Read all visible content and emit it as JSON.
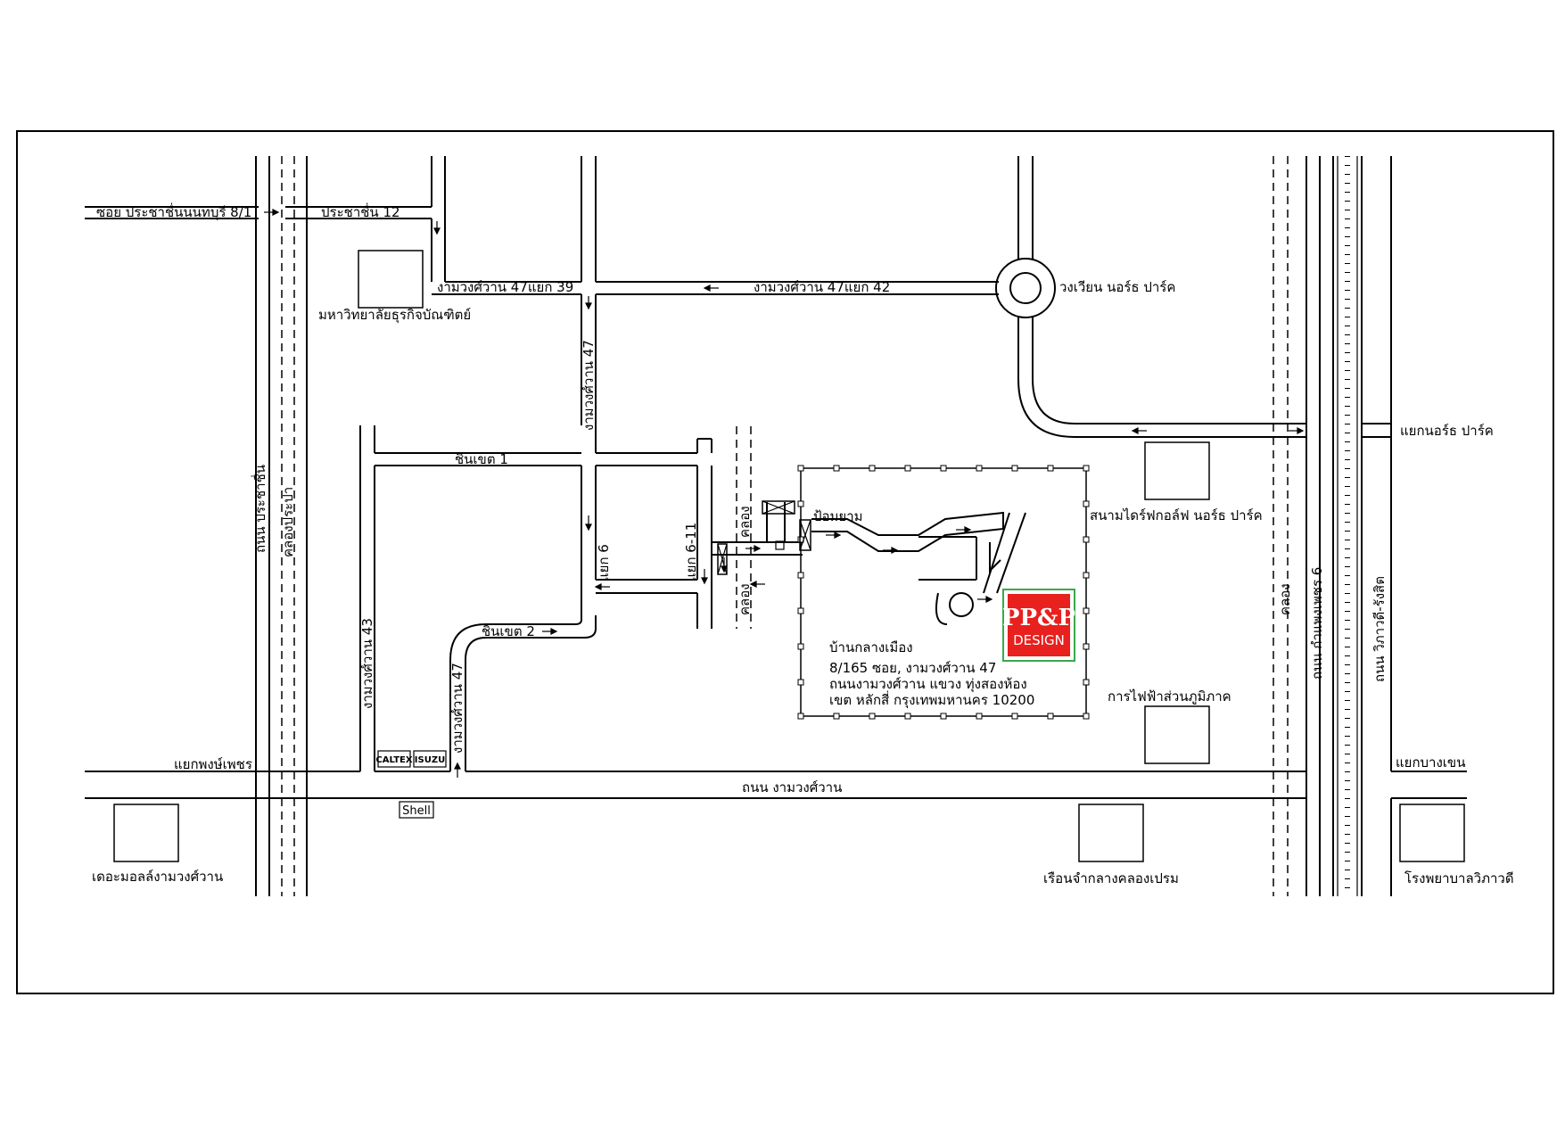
{
  "labels": {
    "soi_prachachuen_8_1": "ซอย ประชาชื่นนนทบุรี 8/1",
    "prachachuen_12": "ประชาชื่น 12",
    "ngamwongwan_47_yaek_39": "งามวงศ์วาน 47แยก 39",
    "ngamwongwan_47_yaek_42": "งามวงศ์วาน 47แยก 42",
    "wongwian_north_park": "วงเวียน นอร์ธ ปาร์ค",
    "dhurakij_university": "มหาวิทยาลัยธุรกิจบัณฑิตย์",
    "ngamwongwan_47_upper": "งามวงศ์วาน 47",
    "chinnakhet_1": "ชินเขต 1",
    "chinnakhet_2": "ชินเขต 2",
    "thanon_prachachuen": "ถนน ประชาชื่น",
    "khlong_prapa": "คลองประปา",
    "ngamwongwan_43": "งามวงศ์วาน 43",
    "ngamwongwan_47_lower": "งามวงศ์วาน 47",
    "yaek_6": "แยก 6",
    "yaek_6_11": "แยก 6-11",
    "khlong_upper": "คลอง",
    "khlong_lower": "คลอง",
    "pom_yam": "ป้อมยาม",
    "north_park_golf": "สนามไดร์ฟกอล์ฟ นอร์ธ ปาร์ค",
    "yaek_north_park": "แยกนอร์ธ ปาร์ค",
    "khlong_right": "คลอง",
    "thanon_kamphaeng_phet_6": "ถนน กำแพงเพชร 6",
    "thanon_vibhavadi": "ถนน วิภาวดี-รังสิต",
    "ban_klang_muang": "บ้านกลางเมือง",
    "address_1": "8/165 ซอย, งามวงศ์วาน 47",
    "address_2": "ถนนงามวงศ์วาน แขวง ทุ่งสองห้อง",
    "address_3": "เขต หลักสี่ กรุงเทพมหานคร 10200",
    "regional_electricity": "การไฟฟ้าส่วนภูมิภาค",
    "yaek_phong_phet": "แยกพงษ์เพชร",
    "yaek_bang_khen": "แยกบางเขน",
    "thanon_ngamwongwan": "ถนน งามวงศ์วาน",
    "the_mall_ngamwongwan": "เดอะมอลล์งามวงศ์วาน",
    "ruean_jam_klang": "เรือนจำกลางคลองเปรม",
    "vibhavadi_hospital": "โรงพยาบาลวิภาวดี",
    "caltex": "CALTEX",
    "isuzu": "ISUZU",
    "shell": "Shell"
  },
  "logo": {
    "line1": "PP&P",
    "line2": "DESIGN",
    "bg_color": "#e8201e",
    "border_color": "#3aa84a"
  },
  "colors": {
    "ink": "#000000",
    "paper": "#ffffff"
  }
}
